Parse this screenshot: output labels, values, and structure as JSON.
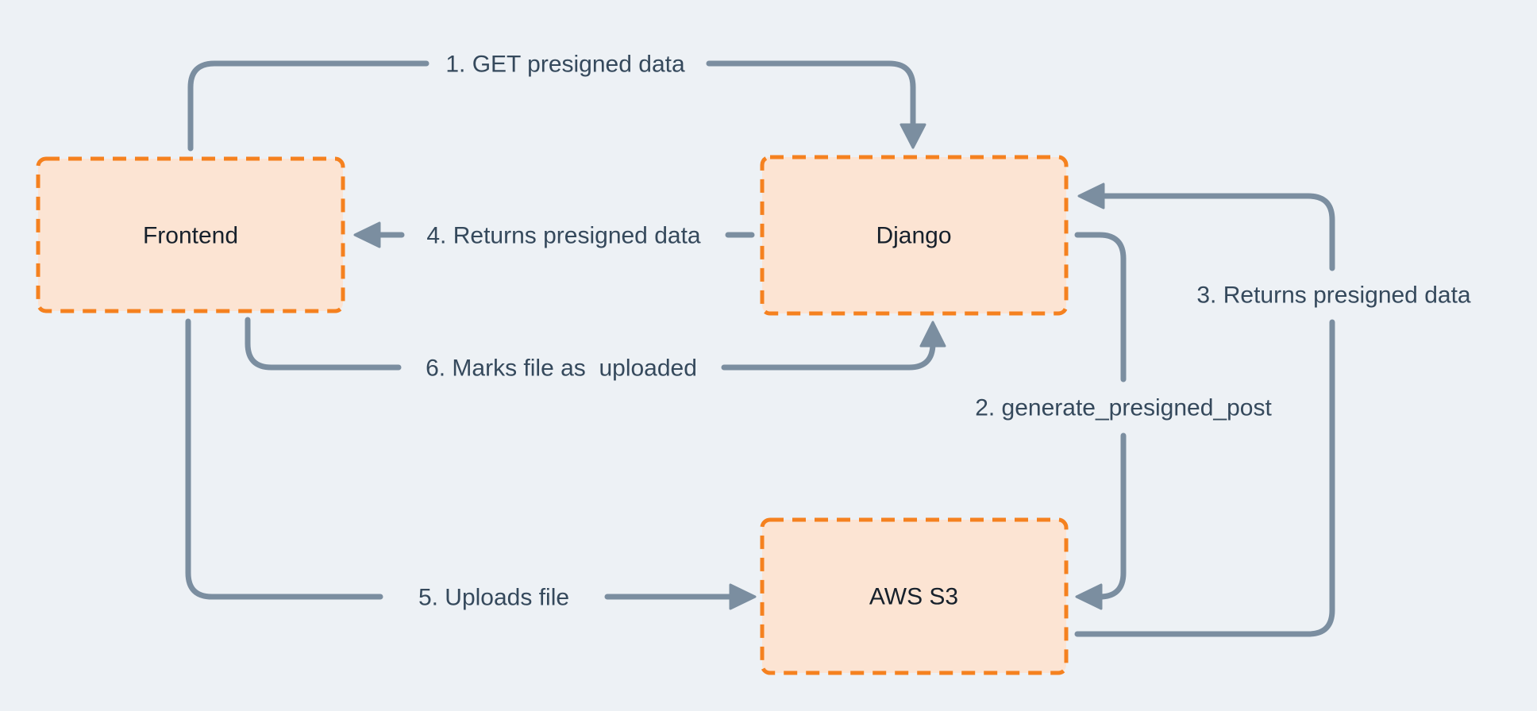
{
  "diagram": {
    "colors": {
      "background": "#edf1f5",
      "node_fill": "#fce4d3",
      "node_border": "#f5811f",
      "arrow": "#7b8ea0",
      "edge_label": "#35495c",
      "node_label": "#16202b"
    },
    "nodes": [
      {
        "id": "frontend",
        "label": "Frontend"
      },
      {
        "id": "django",
        "label": "Django"
      },
      {
        "id": "aws-s3",
        "label": "AWS S3"
      }
    ],
    "edges": [
      {
        "order": "1",
        "label": "1. GET presigned data",
        "from": "Frontend",
        "to": "Django"
      },
      {
        "order": "2",
        "label": "2. generate_presigned_post",
        "from": "Django",
        "to": "AWS S3"
      },
      {
        "order": "3",
        "label": "3. Returns presigned data",
        "from": "AWS S3",
        "to": "Django"
      },
      {
        "order": "4",
        "label": "4. Returns presigned data",
        "from": "Django",
        "to": "Frontend"
      },
      {
        "order": "5",
        "label": "5. Uploads file",
        "from": "Frontend",
        "to": "AWS S3"
      },
      {
        "order": "6",
        "label": "6. Marks file as  uploaded",
        "from": "Frontend",
        "to": "Django"
      }
    ]
  }
}
